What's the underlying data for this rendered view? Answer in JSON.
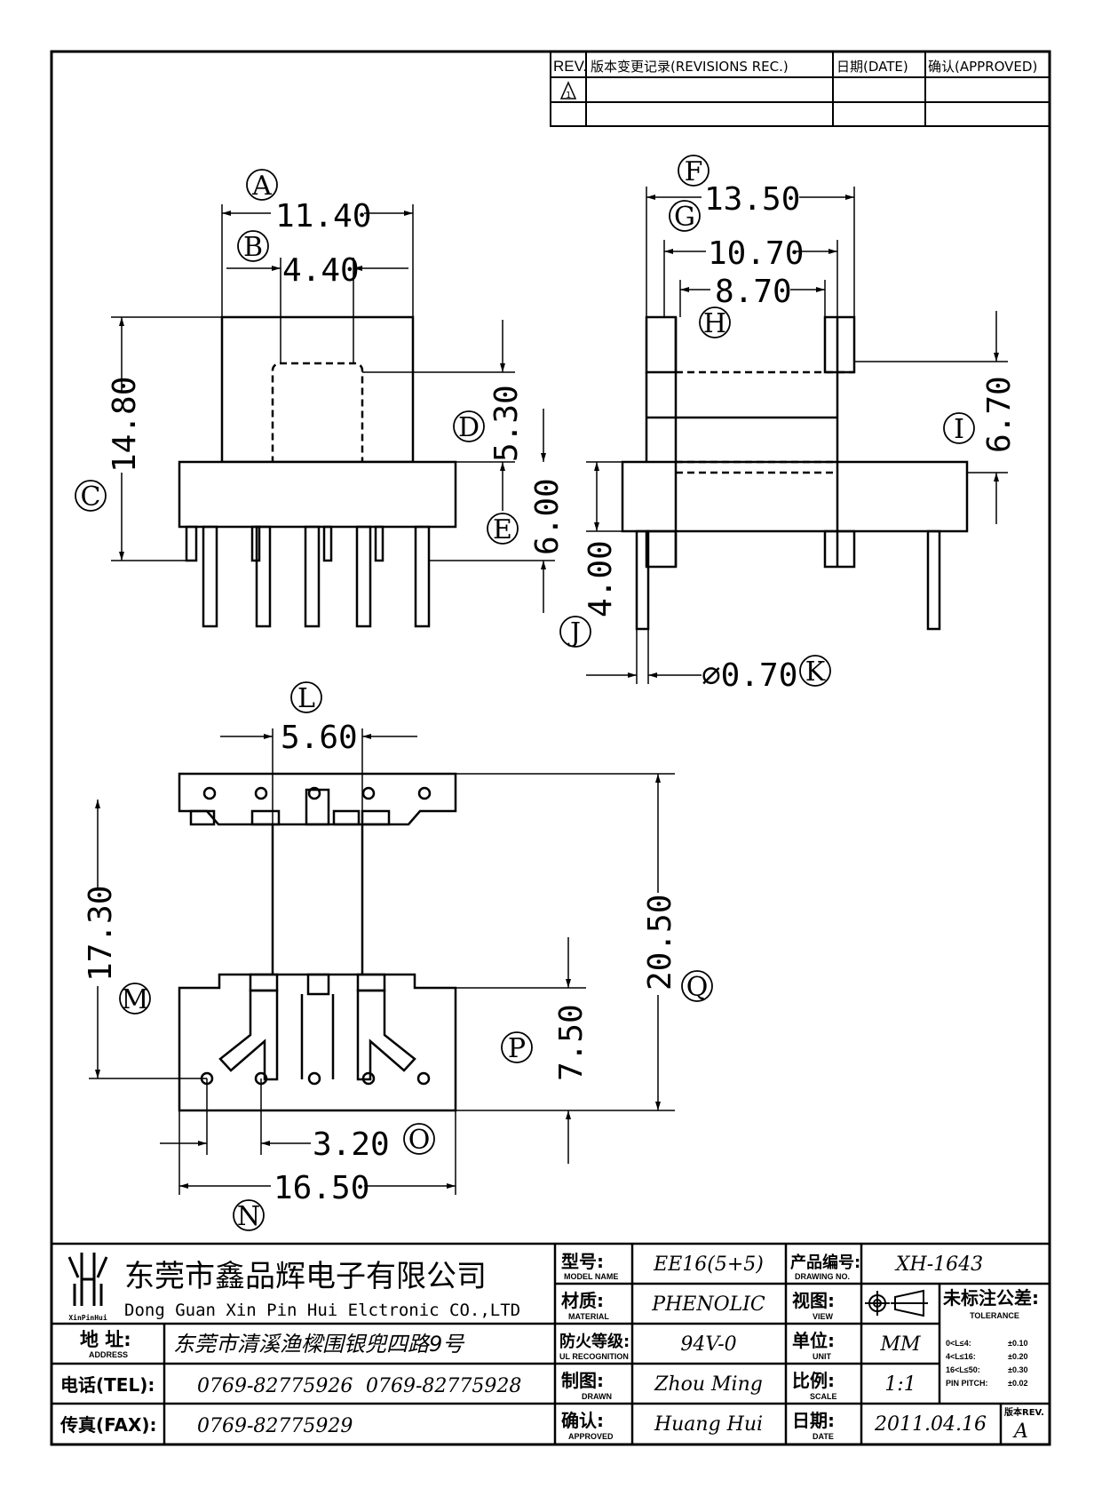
{
  "revision_table": {
    "headers": {
      "rev": "REV.",
      "record": "版本变更记录(REVISIONS REC.)",
      "date": "日期(DATE)",
      "approved": "确认(APPROVED)"
    },
    "first_rev_symbol": "1"
  },
  "dimensions": {
    "A": {
      "letter": "A",
      "value": "11.40"
    },
    "B": {
      "letter": "B",
      "value": "4.40"
    },
    "C": {
      "letter": "C",
      "value": "14.80"
    },
    "D": {
      "letter": "D",
      "value": "5.30"
    },
    "E": {
      "letter": "E",
      "value": "6.00"
    },
    "F": {
      "letter": "F",
      "value": "13.50"
    },
    "G": {
      "letter": "G",
      "value": "10.70"
    },
    "H": {
      "letter": "H",
      "value": "8.70"
    },
    "I": {
      "letter": "I",
      "value": "6.70"
    },
    "J": {
      "letter": "J",
      "value": "4.00"
    },
    "K": {
      "letter": "K",
      "value": "⌀0.70"
    },
    "L": {
      "letter": "L",
      "value": "5.60"
    },
    "M": {
      "letter": "M",
      "value": "17.30"
    },
    "N": {
      "letter": "N",
      "value": "16.50"
    },
    "O": {
      "letter": "O",
      "value": "3.20"
    },
    "P": {
      "letter": "P",
      "value": "7.50"
    },
    "Q": {
      "letter": "Q",
      "value": "20.50"
    }
  },
  "title_block": {
    "logo_text": "XinPinHui",
    "company_cn": "东莞市鑫品辉电子有限公司",
    "company_en": "Dong Guan Xin Pin Hui Elctronic CO.,LTD",
    "address_label": "地 址:",
    "address_label_en": "ADDRESS",
    "address": "东莞市清溪渔樑围银兜四路9号",
    "tel_label": "电话(TEL):",
    "tel1": "0769-82775926",
    "tel2": "0769-82775928",
    "fax_label": "传真(FAX):",
    "fax": "0769-82775929",
    "model_label": "型号:",
    "model_label_en": "MODEL NAME",
    "model": "EE16(5+5)",
    "material_label": "材质:",
    "material_label_en": "MATERIAL",
    "material": "PHENOLIC",
    "ul_label": "防火等级:",
    "ul_label_en": "UL RECOGNITION",
    "ul": "94V-0",
    "drawn_label": "制图:",
    "drawn_label_en": "DRAWN",
    "drawn": "Zhou Ming",
    "approved_label": "确认:",
    "approved_label_en": "APPROVED",
    "approved": "Huang Hui",
    "drawing_no_label": "产品编号:",
    "drawing_no_label_en": "DRAWING NO.",
    "drawing_no": "XH-1643",
    "view_label": "视图:",
    "view_label_en": "VIEW",
    "unit_label": "单位:",
    "unit_label_en": "UNIT",
    "unit": "MM",
    "scale_label": "比例:",
    "scale_label_en": "SCALE",
    "scale": "1:1",
    "date_label": "日期:",
    "date_label_en": "DATE",
    "date": "2011.04.16",
    "tolerance_label": "未标注公差:",
    "tolerance_label_en": "TOLERANCE",
    "tolerances": [
      {
        "range": "0<L≤4:",
        "value": "±0.10"
      },
      {
        "range": "4<L≤16:",
        "value": "±0.20"
      },
      {
        "range": "16<L≤50:",
        "value": "±0.30"
      },
      {
        "range": "PIN PITCH:",
        "value": "±0.02"
      }
    ],
    "rev_label": "版本REV.",
    "rev": "A"
  }
}
